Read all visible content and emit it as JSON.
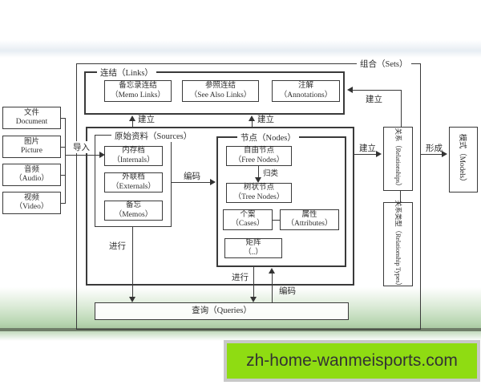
{
  "banner": {
    "text": "zh-home-wanmeisports.com",
    "bg_color": "#8fdc12",
    "border_color": "#c8c8c8"
  },
  "colors": {
    "line": "#3a3a3a",
    "grass_green": "#b9d6b2",
    "grass_dark_line": "#6f7d68"
  },
  "groups": {
    "sets": {
      "label": "组合（Sets）"
    },
    "links": {
      "label": "连结（Links）"
    },
    "sources": {
      "label": "原始资料（Sources）"
    },
    "nodes": {
      "label": "节点（Nodes）"
    }
  },
  "left_boxes": [
    {
      "zh": "文件",
      "en": "Document"
    },
    {
      "zh": "图片",
      "en": "Picture"
    },
    {
      "zh": "音频",
      "en": "（Audio）"
    },
    {
      "zh": "视频",
      "en": "（Video）"
    }
  ],
  "links_boxes": [
    {
      "zh": "备忘录连结",
      "en": "（Memo Links）"
    },
    {
      "zh": "参照连结",
      "en": "（See Also Links）"
    },
    {
      "zh": "注解",
      "en": "（Annotations）"
    }
  ],
  "sources_boxes": [
    {
      "zh": "内存档",
      "en": "（Internals）"
    },
    {
      "zh": "外联档",
      "en": "（Externals）"
    },
    {
      "zh": "备忘",
      "en": "（Memos）"
    }
  ],
  "nodes_boxes": {
    "free": {
      "zh": "自由节点",
      "en": "（Free Nodes）"
    },
    "tree": {
      "zh": "树状节点",
      "en": "（Tree Nodes）"
    },
    "cases": {
      "zh": "个案",
      "en": "（Cases）"
    },
    "attributes": {
      "zh": "属性",
      "en": "（Attributes）"
    },
    "matrix": {
      "zh": "矩阵",
      "en": "（..）"
    }
  },
  "side_boxes": {
    "relationships": "关系（Relationships）",
    "relationship_types": "关系类型（Relationship Types）",
    "models": "模式（Models）"
  },
  "queries_box": {
    "label": "查询（Queries）"
  },
  "edge_labels": {
    "import": "导入",
    "establish_1": "建立",
    "establish_2": "建立",
    "establish_3": "建立",
    "establish_4": "建立",
    "coding_1": "编码",
    "coding_2": "编码",
    "classify": "归类",
    "perform_1": "进行",
    "perform_2": "进行",
    "form": "形成"
  }
}
